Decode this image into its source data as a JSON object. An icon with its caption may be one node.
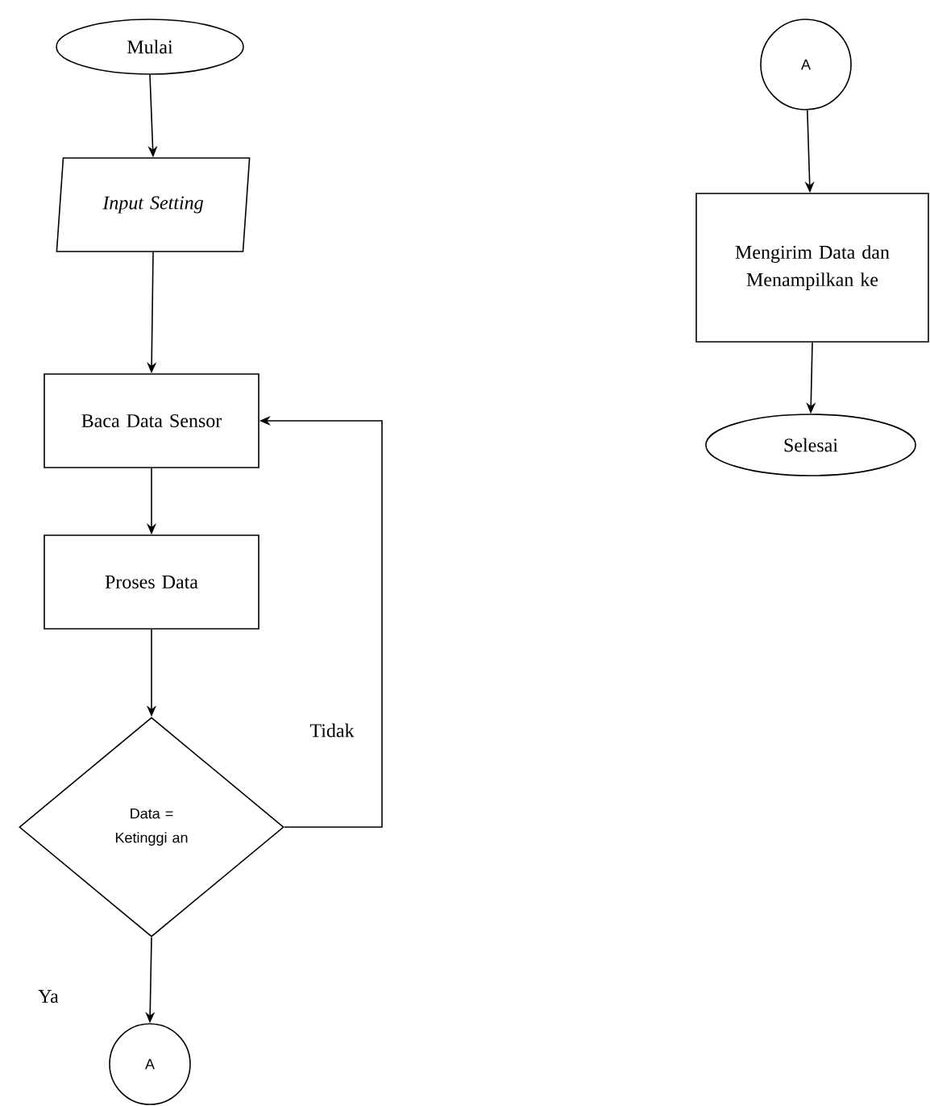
{
  "diagram": {
    "nodes": [
      {
        "text": [
          "Mulai"
        ]
      },
      {
        "text": [
          "Input Setting"
        ]
      },
      {
        "text": [
          "Baca Data Sensor"
        ]
      },
      {
        "text": [
          "Proses Data"
        ]
      },
      {
        "text": [
          "Data = Ketinggi an"
        ]
      },
      {
        "text": [
          "A"
        ]
      },
      {
        "text": [
          "A"
        ]
      },
      {
        "text": [
          "Mengirim Data dan Menampilkan ke"
        ]
      },
      {
        "text": [
          "Selesai"
        ]
      }
    ],
    "edges": [
      {
        "from": 0,
        "to": 1,
        "arrow": "to"
      },
      {
        "from": 1,
        "to": 2,
        "arrow": "to"
      },
      {
        "from": 2,
        "to": 3,
        "arrow": "to"
      },
      {
        "from": 3,
        "to": 4,
        "arrow": "to"
      },
      {
        "from": 4,
        "to": 2,
        "arrow": "to",
        "label": "Tidak"
      },
      {
        "from": 4,
        "to": 5,
        "arrow": "to",
        "label": "Ya"
      },
      {
        "from": 6,
        "to": 7,
        "arrow": "to"
      },
      {
        "from": 7,
        "to": 8,
        "arrow": "to"
      }
    ]
  }
}
